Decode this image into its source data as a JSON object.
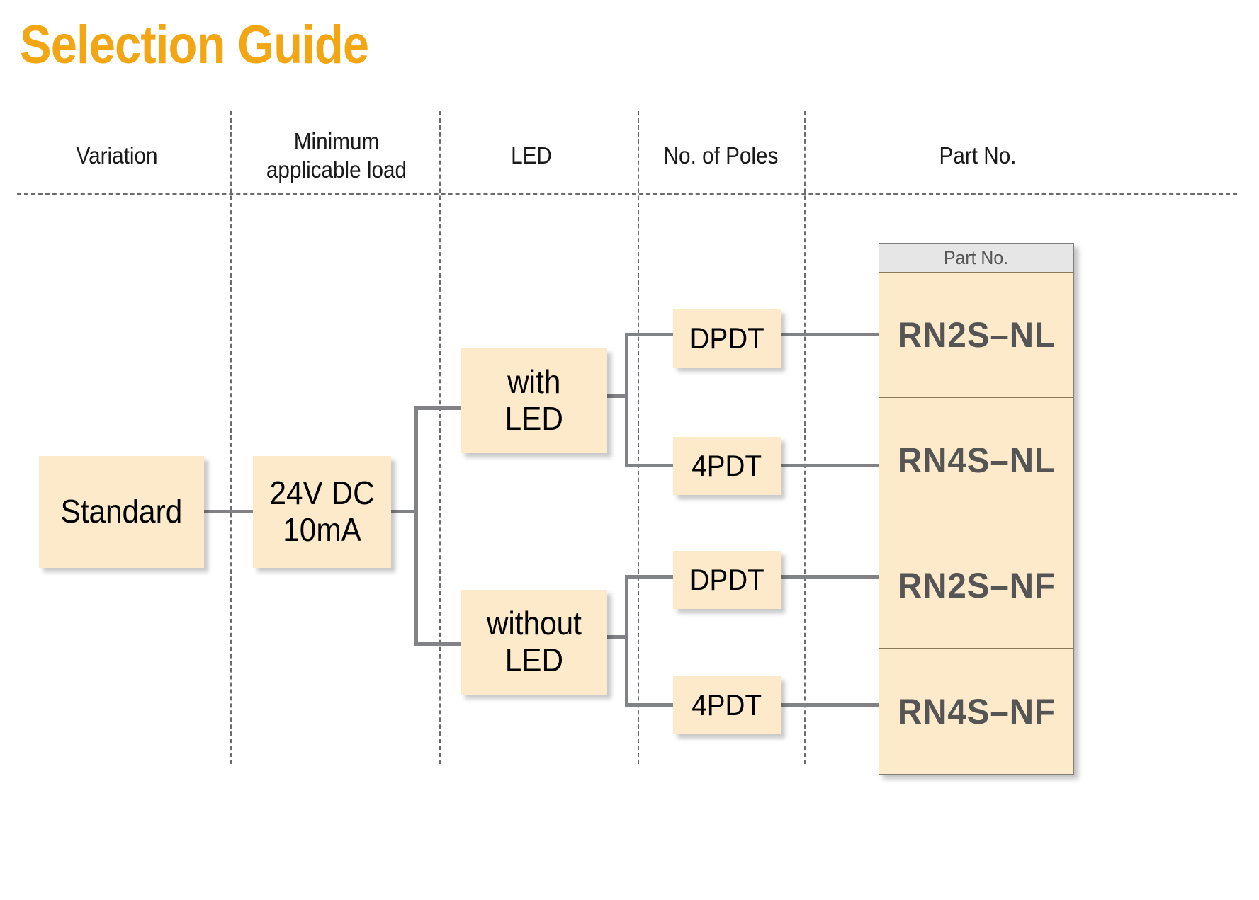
{
  "title": "Selection Guide",
  "accent_color": "#F2A613",
  "node_fill": "#FCEACB",
  "line_color": "#808285",
  "table_header_fill": "#E6E6E6",
  "columns": [
    {
      "id": "variation",
      "label": "Variation"
    },
    {
      "id": "min-load",
      "label": "Minimum\napplicable load"
    },
    {
      "id": "led",
      "label": "LED"
    },
    {
      "id": "poles",
      "label": "No. of Poles"
    },
    {
      "id": "part-no",
      "label": "Part No."
    }
  ],
  "nodes": {
    "variation": "Standard",
    "min_load": "24V DC\n10mA",
    "led_with": "with\nLED",
    "led_without": "without\nLED",
    "poles_with_dpdt": "DPDT",
    "poles_with_4pdt": "4PDT",
    "poles_without_dpdt": "DPDT",
    "poles_without_4pdt": "4PDT"
  },
  "part_table": {
    "header": "Part No.",
    "rows": [
      {
        "part": "RN2S–NL"
      },
      {
        "part": "RN4S–NL"
      },
      {
        "part": "RN2S–NF"
      },
      {
        "part": "RN4S–NF"
      }
    ]
  }
}
